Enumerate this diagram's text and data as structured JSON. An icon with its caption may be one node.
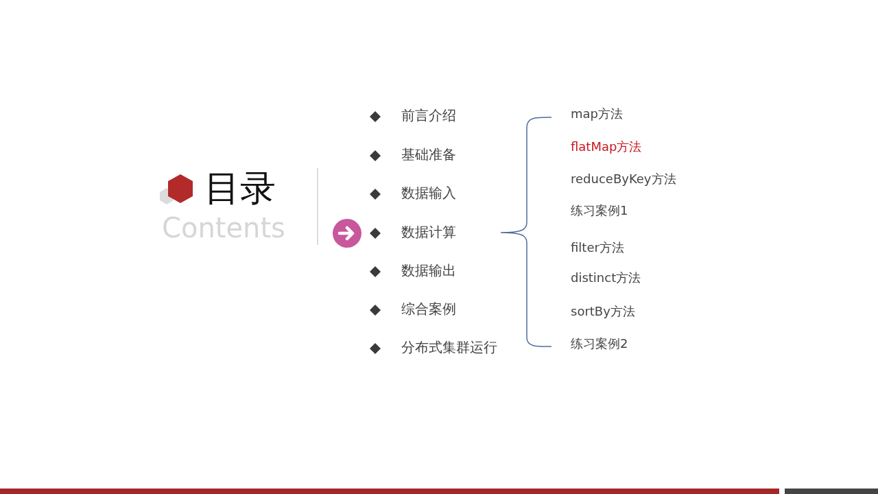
{
  "diagram": {
    "title": "目录",
    "labels": [
      "Contents",
      "前言介绍",
      "基础准备",
      "数据输入",
      "数据计算",
      "数据输出",
      "综合案例",
      "分布式集群运行",
      "map方法",
      "flatMap方法",
      "reduceByKey方法",
      "练习案例1",
      "filter方法",
      "distinct方法",
      "sortBy方法",
      "练习案例2"
    ]
  }
}
